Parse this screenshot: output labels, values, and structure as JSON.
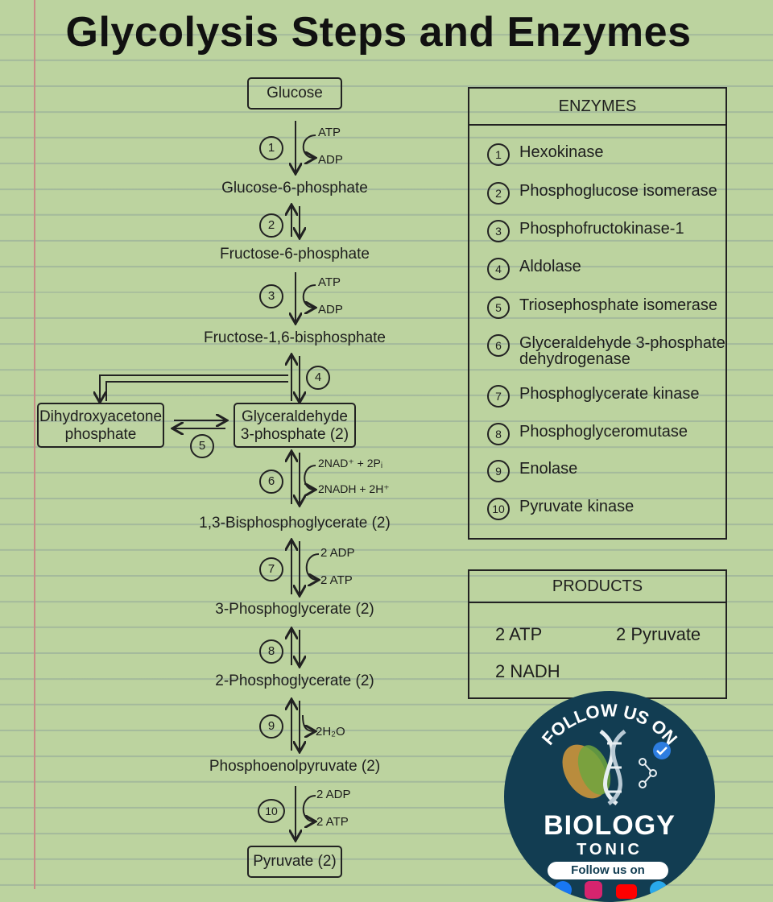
{
  "title": "Glycolysis Steps and Enzymes",
  "pathway": {
    "glucose": "Glucose",
    "g6p": "Glucose-6-phosphate",
    "f6p": "Fructose-6-phosphate",
    "f16bp": "Fructose-1,6-bisphosphate",
    "dhap_line1": "Dihydroxyacetone",
    "dhap_line2": "phosphate",
    "g3p_line1": "Glyceraldehyde",
    "g3p_line2": "3-phosphate (2)",
    "bpg13": "1,3-Bisphosphoglycerate (2)",
    "pg3": "3-Phosphoglycerate (2)",
    "pg2": "2-Phosphoglycerate (2)",
    "pep": "Phosphoenolpyruvate (2)",
    "pyruvate": "Pyruvate (2)"
  },
  "steps": [
    "1",
    "2",
    "3",
    "4",
    "5",
    "6",
    "7",
    "8",
    "9",
    "10"
  ],
  "cofactors": {
    "s1_in": "ATP",
    "s1_out": "ADP",
    "s3_in": "ATP",
    "s3_out": "ADP",
    "s6_in": "2NAD⁺ + 2Pᵢ",
    "s6_out": "2NADH + 2H⁺",
    "s7_in": "2 ADP",
    "s7_out": "2 ATP",
    "s9_out": "2H₂O",
    "s10_in": "2 ADP",
    "s10_out": "2 ATP"
  },
  "enzymes": {
    "header": "ENZYMES",
    "items": [
      {
        "num": "1",
        "label": "Hexokinase"
      },
      {
        "num": "2",
        "label": "Phosphoglucose isomerase"
      },
      {
        "num": "3",
        "label": "Phosphofructokinase-1"
      },
      {
        "num": "4",
        "label": "Aldolase"
      },
      {
        "num": "5",
        "label": "Triosephosphate isomerase"
      },
      {
        "num": "6",
        "label": "Glyceraldehyde 3-phosphate",
        "label2": "dehydrogenase"
      },
      {
        "num": "7",
        "label": "Phosphoglycerate kinase"
      },
      {
        "num": "8",
        "label": "Phosphoglyceromutase"
      },
      {
        "num": "9",
        "label": "Enolase"
      },
      {
        "num": "10",
        "label": "Pyruvate kinase"
      }
    ]
  },
  "products": {
    "header": "PRODUCTS",
    "atp": "2  ATP",
    "pyruvate": "2  Pyruvate",
    "nadh": "2  NADH"
  },
  "badge": {
    "arc_text": "FOLLOW US ON",
    "brand1": "BIOLOGY",
    "brand2": "TONIC",
    "follow": "Follow us on"
  },
  "colors": {
    "background": "#bcd39f",
    "ink": "#1c1c1c",
    "badge_bg": "#123d52"
  }
}
